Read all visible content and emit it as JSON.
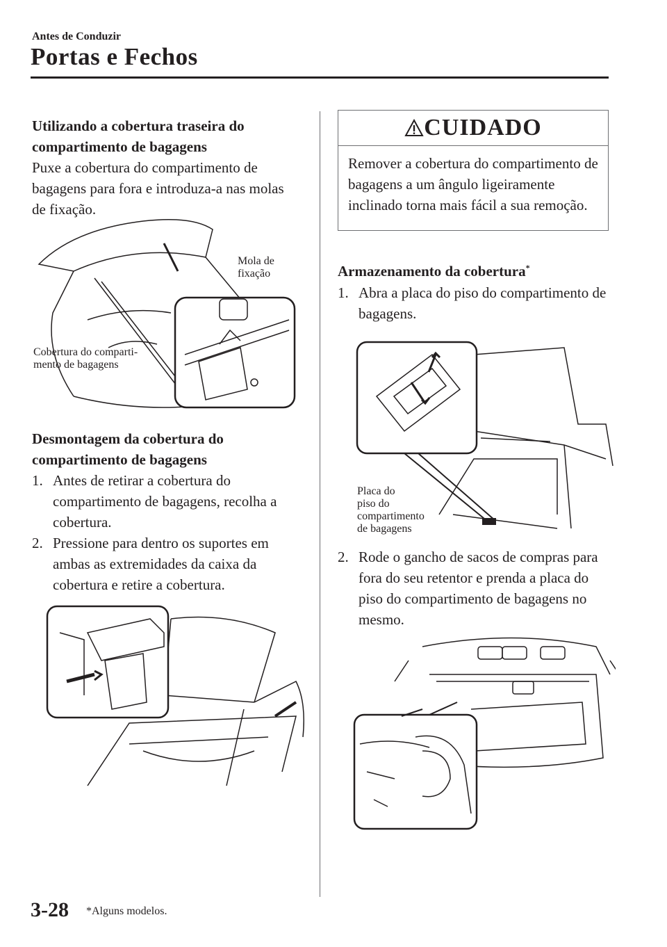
{
  "header": {
    "section": "Antes de Conduzir",
    "title": "Portas e Fechos"
  },
  "left": {
    "usage_heading": "Utilizando a cobertura traseira do compartimento de bagagens",
    "usage_body": "Puxe a cobertura do compartimento de bagagens para fora e introduza-a nas molas de fixação.",
    "fig1_callout_spring_1": "Mola de",
    "fig1_callout_spring_2": "fixação",
    "fig1_callout_cover_1": "Cobertura do comparti-",
    "fig1_callout_cover_2": "mento de bagagens",
    "removal_heading": "Desmontagem da cobertura do compartimento de bagagens",
    "removal_steps": [
      {
        "num": "1.",
        "text": "Antes de retirar a cobertura do compartimento de bagagens, recolha a cobertura."
      },
      {
        "num": "2.",
        "text": "Pressione para dentro os suportes em ambas as extremidades da caixa da cobertura e retire a cobertura."
      }
    ]
  },
  "right": {
    "caution_title": "CUIDADO",
    "caution_icon": "warning-triangle-icon",
    "caution_text": "Remover a cobertura do compartimento de bagagens a um ângulo ligeiramente inclinado torna mais fácil a sua remoção.",
    "storage_heading": "Armazenamento da cobertura",
    "storage_heading_mark": "*",
    "storage_steps": [
      {
        "num": "1.",
        "text": "Abra a placa do piso do compartimento de bagagens."
      },
      {
        "num": "2.",
        "text": "Rode o gancho de sacos de compras para fora do seu retentor e prenda a placa do piso do compartimento de bagagens no mesmo."
      }
    ],
    "fig3_callout_1": "Placa do",
    "fig3_callout_2": "piso do",
    "fig3_callout_3": "compartimento",
    "fig3_callout_4": "de bagagens"
  },
  "footer": {
    "page_number": "3-28",
    "footnote": "*Alguns modelos."
  }
}
